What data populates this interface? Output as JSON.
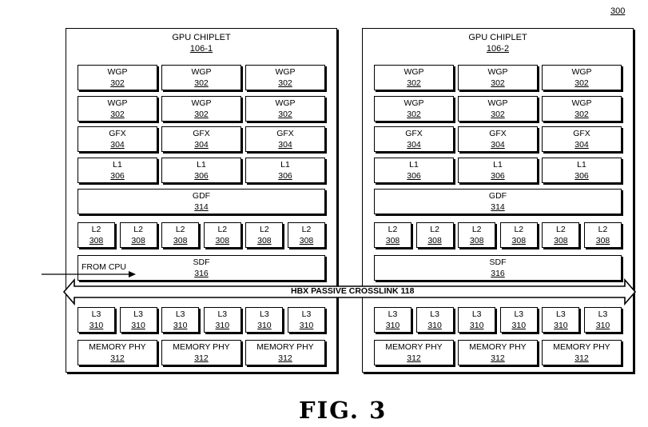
{
  "figure_ref": "300",
  "figure_caption": "FIG. 3",
  "chiplets": [
    {
      "title": "GPU CHIPLET",
      "id": "106-1",
      "wgp_rows": [
        [
          {
            "label": "WGP",
            "ref": "302"
          },
          {
            "label": "WGP",
            "ref": "302"
          },
          {
            "label": "WGP",
            "ref": "302"
          }
        ],
        [
          {
            "label": "WGP",
            "ref": "302"
          },
          {
            "label": "WGP",
            "ref": "302"
          },
          {
            "label": "WGP",
            "ref": "302"
          }
        ]
      ],
      "gfx": [
        {
          "label": "GFX",
          "ref": "304"
        },
        {
          "label": "GFX",
          "ref": "304"
        },
        {
          "label": "GFX",
          "ref": "304"
        }
      ],
      "l1": [
        {
          "label": "L1",
          "ref": "306"
        },
        {
          "label": "L1",
          "ref": "306"
        },
        {
          "label": "L1",
          "ref": "306"
        }
      ],
      "gdf": {
        "label": "GDF",
        "ref": "314"
      },
      "l2": [
        {
          "label": "L2",
          "ref": "308"
        },
        {
          "label": "L2",
          "ref": "308"
        },
        {
          "label": "L2",
          "ref": "308"
        },
        {
          "label": "L2",
          "ref": "308"
        },
        {
          "label": "L2",
          "ref": "308"
        },
        {
          "label": "L2",
          "ref": "308"
        }
      ],
      "sdf": {
        "label": "SDF",
        "ref": "316"
      },
      "l3": [
        {
          "label": "L3",
          "ref": "310"
        },
        {
          "label": "L3",
          "ref": "310"
        },
        {
          "label": "L3",
          "ref": "310"
        },
        {
          "label": "L3",
          "ref": "310"
        },
        {
          "label": "L3",
          "ref": "310"
        },
        {
          "label": "L3",
          "ref": "310"
        }
      ],
      "memphy": [
        {
          "label": "MEMORY PHY",
          "ref": "312"
        },
        {
          "label": "MEMORY PHY",
          "ref": "312"
        },
        {
          "label": "MEMORY PHY",
          "ref": "312"
        }
      ]
    },
    {
      "title": "GPU CHIPLET",
      "id": "106-2",
      "wgp_rows": [
        [
          {
            "label": "WGP",
            "ref": "302"
          },
          {
            "label": "WGP",
            "ref": "302"
          },
          {
            "label": "WGP",
            "ref": "302"
          }
        ],
        [
          {
            "label": "WGP",
            "ref": "302"
          },
          {
            "label": "WGP",
            "ref": "302"
          },
          {
            "label": "WGP",
            "ref": "302"
          }
        ]
      ],
      "gfx": [
        {
          "label": "GFX",
          "ref": "304"
        },
        {
          "label": "GFX",
          "ref": "304"
        },
        {
          "label": "GFX",
          "ref": "304"
        }
      ],
      "l1": [
        {
          "label": "L1",
          "ref": "306"
        },
        {
          "label": "L1",
          "ref": "306"
        },
        {
          "label": "L1",
          "ref": "306"
        }
      ],
      "gdf": {
        "label": "GDF",
        "ref": "314"
      },
      "l2": [
        {
          "label": "L2",
          "ref": "308"
        },
        {
          "label": "L2",
          "ref": "308"
        },
        {
          "label": "L2",
          "ref": "308"
        },
        {
          "label": "L2",
          "ref": "308"
        },
        {
          "label": "L2",
          "ref": "308"
        },
        {
          "label": "L2",
          "ref": "308"
        }
      ],
      "sdf": {
        "label": "SDF",
        "ref": "316"
      },
      "l3": [
        {
          "label": "L3",
          "ref": "310"
        },
        {
          "label": "L3",
          "ref": "310"
        },
        {
          "label": "L3",
          "ref": "310"
        },
        {
          "label": "L3",
          "ref": "310"
        },
        {
          "label": "L3",
          "ref": "310"
        },
        {
          "label": "L3",
          "ref": "310"
        }
      ],
      "memphy": [
        {
          "label": "MEMORY PHY",
          "ref": "312"
        },
        {
          "label": "MEMORY PHY",
          "ref": "312"
        },
        {
          "label": "MEMORY PHY",
          "ref": "312"
        }
      ]
    }
  ],
  "crosslink": {
    "label": "HBX PASSIVE CROSSLINK 118"
  },
  "from_cpu": {
    "label": "FROM CPU"
  }
}
